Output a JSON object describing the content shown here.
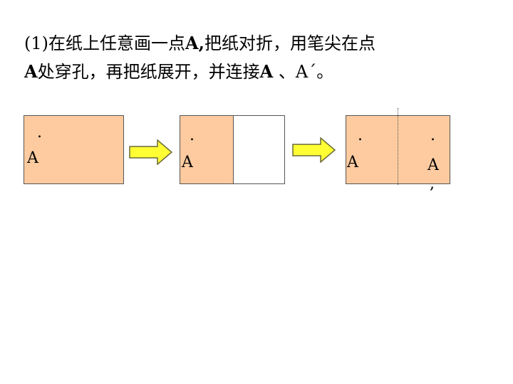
{
  "instruction": {
    "line1_prefix": "(1)在纸上任意画一点",
    "line1_bold": "A,",
    "line1_suffix": "把纸对折，用笔尖在点",
    "line2_bold_a": "A",
    "line2_mid": "处穿孔，再把纸展开，并连接",
    "line2_bold_b": "A",
    "line2_tail": " 、A´。"
  },
  "figures": {
    "dot": ".",
    "point_label": "A",
    "prime_mark": ","
  },
  "colors": {
    "paper_fill": "#fdcb9f",
    "arrow_fill": "#ffff33",
    "arrow_stroke": "#6a6a3a"
  }
}
